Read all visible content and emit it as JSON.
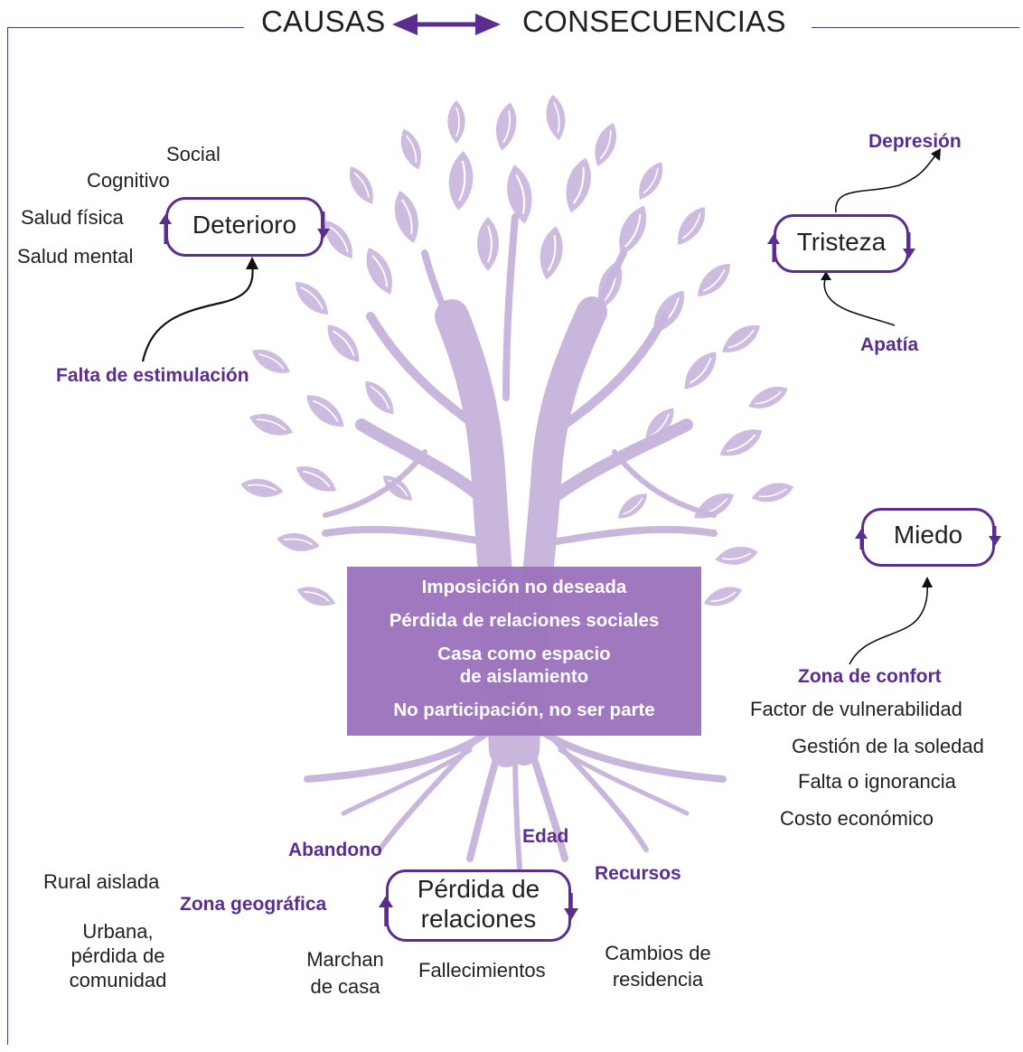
{
  "header": {
    "causes": "CAUSAS",
    "consequences": "CONSECUENCIAS"
  },
  "deterioro": {
    "label": "Deterioro",
    "types": [
      "Social",
      "Cognitivo",
      "Salud física",
      "Salud mental"
    ],
    "cause": "Falta de estimulación"
  },
  "tristeza": {
    "label": "Tristeza",
    "above": "Depresión",
    "below": "Apatía"
  },
  "miedo": {
    "label": "Miedo",
    "cause": "Zona de confort",
    "factors": [
      "Factor de vulnerabilidad",
      "Gestión de la soledad",
      "Falta o ignorancia",
      "Costo económico"
    ]
  },
  "center": {
    "lines": [
      "Imposición no deseada",
      "Pérdida de relaciones sociales",
      "Casa como espacio",
      "de aislamiento",
      "No participación, no ser parte"
    ]
  },
  "perdida": {
    "label_line1": "Pérdida de",
    "label_line2": "relaciones",
    "causes": {
      "abandono": "Abandono",
      "edad": "Edad",
      "recursos": "Recursos",
      "zona": "Zona geográfica"
    },
    "zona_types": {
      "rural": "Rural aislada",
      "urban_1": "Urbana,",
      "urban_2": "pérdida de",
      "urban_3": "comunidad"
    },
    "bottom": {
      "marchan_1": "Marchan",
      "marchan_2": "de casa",
      "fallecimientos": "Fallecimientos",
      "cambios_1": "Cambios de",
      "cambios_2": "residencia"
    }
  },
  "colors": {
    "accent": "#5b2d8e",
    "tree": "#c9b6dd",
    "center_box": "#9d74bd",
    "text": "#231f20"
  }
}
